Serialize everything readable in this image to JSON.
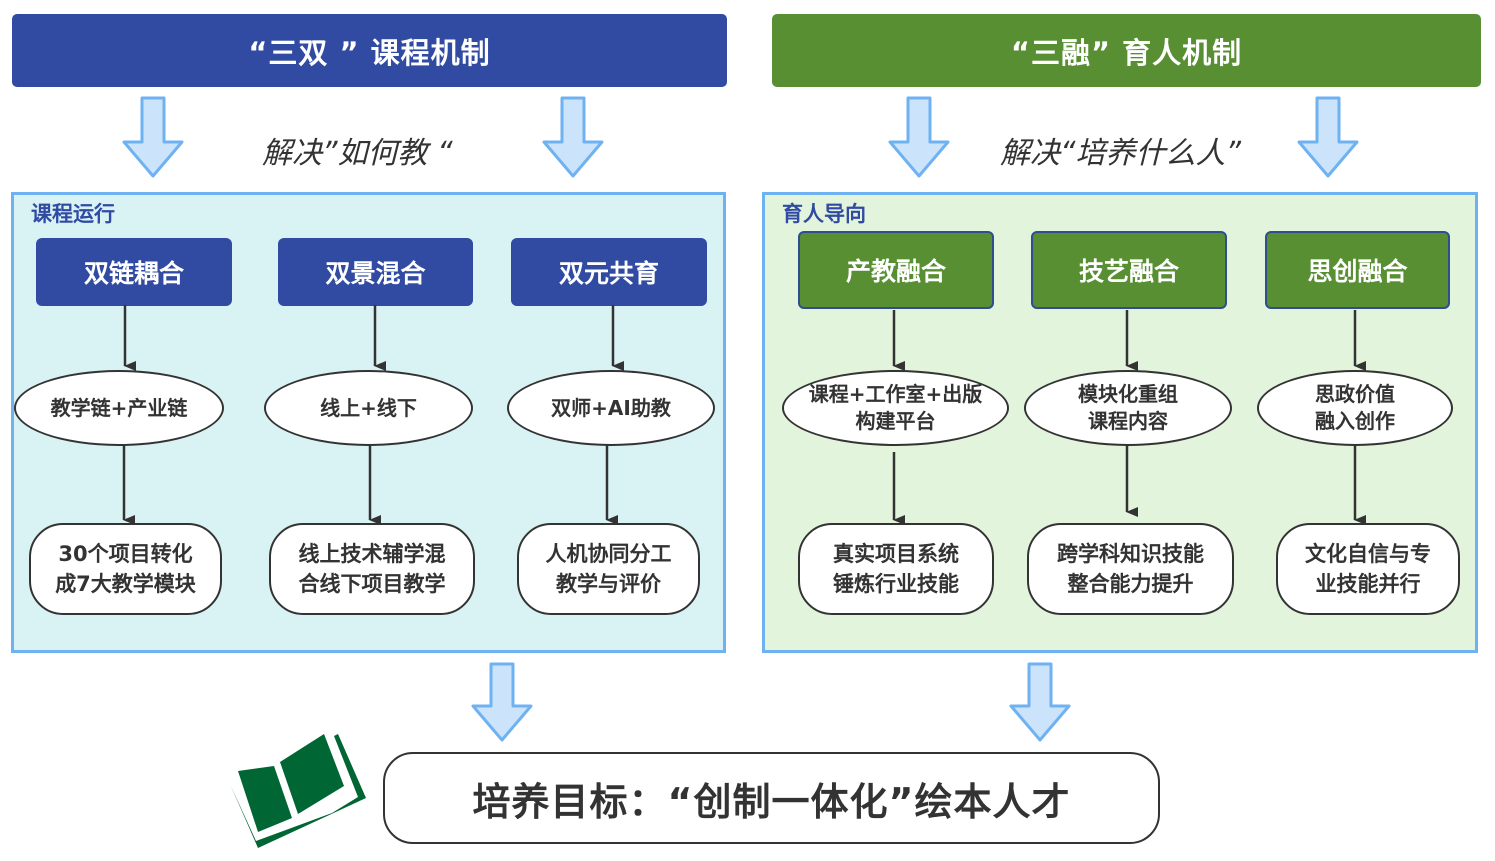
{
  "left": {
    "banner": "“三双 ” 课程机制",
    "subtitle": "解决”如何教 “",
    "panel_label": "课程运行",
    "columns": [
      {
        "head": "双链耦合",
        "middle": "教学链+产业链",
        "bottom_line1": "30个项目转化",
        "bottom_line2": "成7大教学模块"
      },
      {
        "head": "双景混合",
        "middle": "线上+线下",
        "bottom_line1": "线上技术辅学混",
        "bottom_line2": "合线下项目教学"
      },
      {
        "head": "双元共育",
        "middle": "双师+AI助教",
        "bottom_line1": "人机协同分工",
        "bottom_line2": "教学与评价"
      }
    ]
  },
  "right": {
    "banner": "“三融” 育人机制",
    "subtitle": "解决“培养什么人”",
    "panel_label": "育人导向",
    "columns": [
      {
        "head": "产教融合",
        "middle_line1": "课程+工作室+出版",
        "middle_line2": "构建平台",
        "bottom_line1": "真实项目系统",
        "bottom_line2": "锤炼行业技能"
      },
      {
        "head": "技艺融合",
        "middle_line1": "模块化重组",
        "middle_line2": "课程内容",
        "bottom_line1": "跨学科知识技能",
        "bottom_line2": "整合能力提升"
      },
      {
        "head": "思创融合",
        "middle_line1": "思政价值",
        "middle_line2": "融入创作",
        "bottom_line1": "文化自信与专",
        "bottom_line2": "业技能并行"
      }
    ]
  },
  "goal": {
    "text": "培养目标：“创制一体化”绘本人才",
    "icon": "open-book-icon"
  },
  "colors": {
    "blue": "#314BA3",
    "green": "#578F32",
    "arrow_fill": "#CCE4FB",
    "arrow_stroke": "#6FB2F2",
    "book": "#006633"
  }
}
